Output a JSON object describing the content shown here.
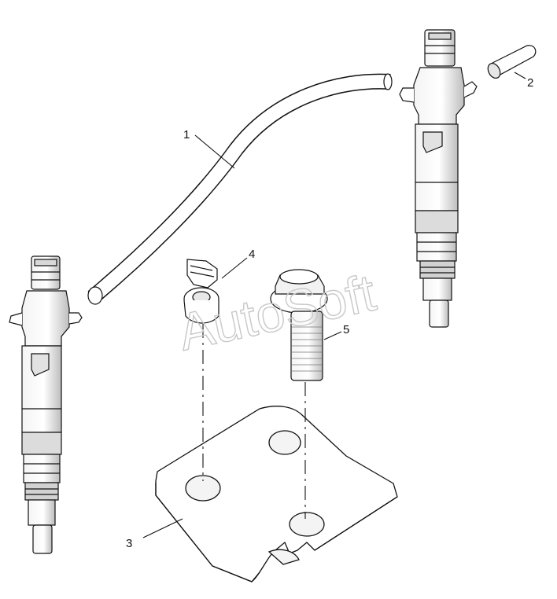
{
  "callouts": {
    "c1": "1",
    "c2": "2",
    "c3": "3",
    "c4": "4",
    "c5": "5"
  },
  "watermark": "AutoSoft",
  "colors": {
    "line": "#111111",
    "shade": "#cfcfcf",
    "light": "#ececec",
    "watermark": "#c8c8c8"
  },
  "parts": [
    "injector-left-icon",
    "injector-right-icon",
    "leak-off-hose-icon",
    "hose-cap-icon",
    "mounting-plate-icon",
    "hose-clip-icon",
    "flange-bolt-icon"
  ]
}
